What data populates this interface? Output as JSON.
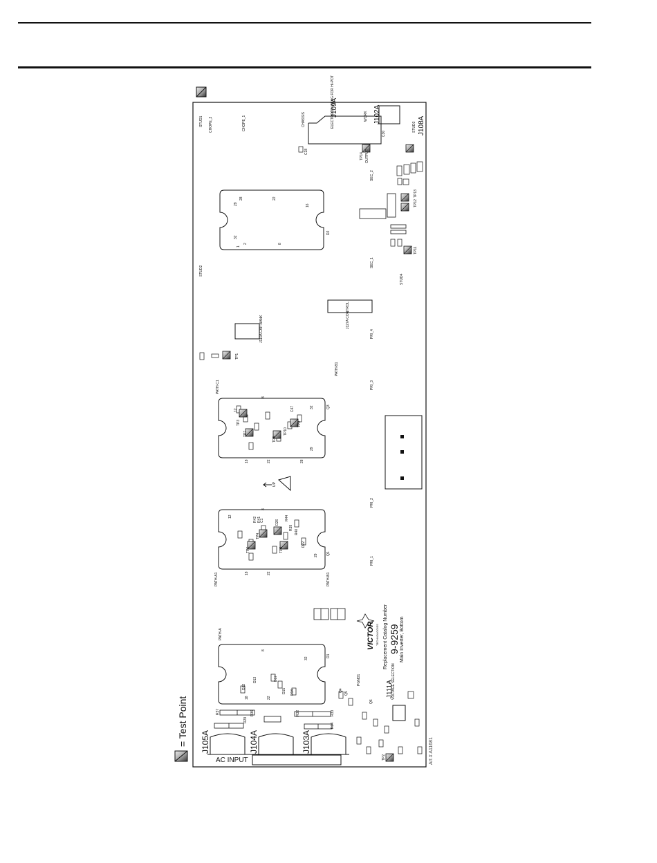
{
  "legend": {
    "label": "= Test Point",
    "icon": "test-point-symbol"
  },
  "art_number": "Art # A11681",
  "board": {
    "connectors": {
      "j109a": "J109A",
      "j109a_note": "ELECTRODE/ PLUG FOR HI-POT",
      "j102a": "J102A",
      "j108a": "J108A",
      "chassis": "CHASSIS",
      "work": "WORK",
      "stud1": "STUD1",
      "stud2": "STUD2",
      "stud3": "STUD3",
      "stud4": "STUD4",
      "j127a": "J127A CONTROL",
      "j110a": "J110A CAP-BANK",
      "j105a": "J105A",
      "j104a": "J104A",
      "j103a": "J103A",
      "j111a": "J111A",
      "voltage_sel": "VOLTAGE SELECTION",
      "ac_input": "AC INPUT"
    },
    "nets": {
      "chope_2": "CHOPE_2",
      "chope_1": "CHOPE_1",
      "sec_2": "SEC_2",
      "sec_1": "SEC_1",
      "pri_4": "PRI_4",
      "pri_3": "PRI_3",
      "pri_2": "PRI_2",
      "pri_1": "PRI_1",
      "path_c1": "PATH-C1",
      "path_b1": "PATH-B1",
      "path_a1": "PATH-A1",
      "path_a": "PATH-A",
      "pgnd1": "PGND1",
      "output": "OUTPUT",
      "up": "UP"
    },
    "modules": {
      "d2": "D2",
      "q3": "Q3",
      "q1": "Q1",
      "d1": "D1",
      "module_numbers": [
        "29",
        "28",
        "22",
        "32",
        "2",
        "8",
        "1",
        "16",
        "18",
        "12",
        "L"
      ]
    },
    "catalog": {
      "brand": "VICTOR",
      "brand_sub": "TECHNOLOGIES",
      "caption": "Replacement Catalog Number",
      "number": "9-9259",
      "description": "Main Inverter, Bottom"
    },
    "sample_refdes": [
      "C30",
      "C28",
      "TP14",
      "TP11",
      "TP12",
      "TP13",
      "TP1",
      "TP3",
      "TP7",
      "TP8",
      "TP9",
      "TP4",
      "TP5",
      "TP6",
      "TP10",
      "TP2",
      "R37",
      "R36",
      "R32",
      "R33",
      "R29",
      "R34",
      "D12",
      "D14",
      "D17",
      "D13",
      "D15",
      "Q5",
      "Q4",
      "Q6",
      "C1",
      "C47",
      "R42",
      "R41",
      "R44",
      "R40",
      "R39",
      "D22",
      "D26"
    ]
  }
}
